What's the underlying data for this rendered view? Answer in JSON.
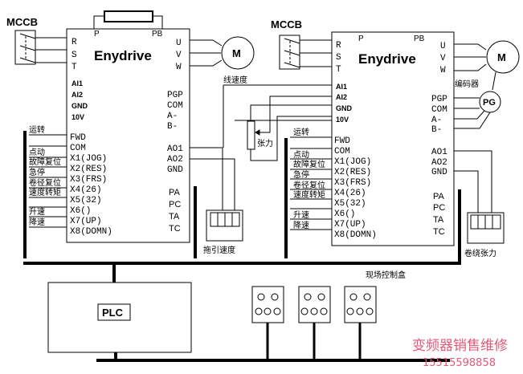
{
  "title": "Enydrive winding tension control wiring",
  "drives": [
    {
      "id": "left",
      "brand": "Enydrive",
      "breaker_label": "MCCB",
      "brake_terminals": [
        "P",
        "PB"
      ],
      "input_terminals": [
        "R",
        "S",
        "T"
      ],
      "output_terminals": [
        "U",
        "V",
        "W"
      ],
      "motor_label": "M",
      "analog_inputs": [
        "AI1",
        "AI2",
        "GND",
        "10V"
      ],
      "encoder_terminals": [
        "PGP",
        "COM",
        "A-",
        "B-"
      ],
      "digital_inputs": [
        "FWD",
        "COM",
        "X1(JOG)",
        "X2(RES)",
        "X3(FRS)",
        "X4(26)",
        "X5(32)",
        "X6()",
        "X7(UP)",
        "X8(DOMN)"
      ],
      "analog_outputs": [
        "AO1",
        "AO2",
        "GND"
      ],
      "relay_terminals": [
        "PA",
        "PC",
        "TA",
        "TC"
      ],
      "signal_labels": [
        "运转",
        "点动",
        "故障复位",
        "急停",
        "卷径复位",
        "速度转矩",
        "升速",
        "降速"
      ]
    },
    {
      "id": "right",
      "brand": "Enydrive",
      "breaker_label": "MCCB",
      "brake_terminals": [
        "P",
        "PB"
      ],
      "input_terminals": [
        "R",
        "S",
        "T"
      ],
      "output_terminals": [
        "U",
        "V",
        "W"
      ],
      "motor_label": "M",
      "encoder_label": "编码器",
      "encoder_symbol": "PG",
      "analog_inputs": [
        "AI1",
        "AI2",
        "GND",
        "10V"
      ],
      "encoder_terminals": [
        "PGP",
        "COM",
        "A-",
        "B-"
      ],
      "digital_inputs": [
        "FWD",
        "COM",
        "X1(JOG)",
        "X2(RES)",
        "X3(FRS)",
        "X4(26)",
        "X5(32)",
        "X6()",
        "X7(UP)",
        "X8(DOMN)"
      ],
      "analog_outputs": [
        "AO1",
        "AO2",
        "GND"
      ],
      "relay_terminals": [
        "PA",
        "PC",
        "TA",
        "TC"
      ],
      "signal_labels": [
        "运转",
        "点动",
        "故障复位",
        "急停",
        "卷径复位",
        "速度转矩",
        "升速",
        "降速"
      ]
    }
  ],
  "labels": {
    "line_speed": "线速度",
    "tension_pot": "张力",
    "traction_speed_meter": "拖引速度",
    "winding_tension_meter": "卷绕张力",
    "plc": "PLC",
    "field_control_box": "现场控制盒"
  },
  "watermark": {
    "text": "变频器销售维修",
    "phone": "15515598858",
    "color": "#e05a7a"
  }
}
